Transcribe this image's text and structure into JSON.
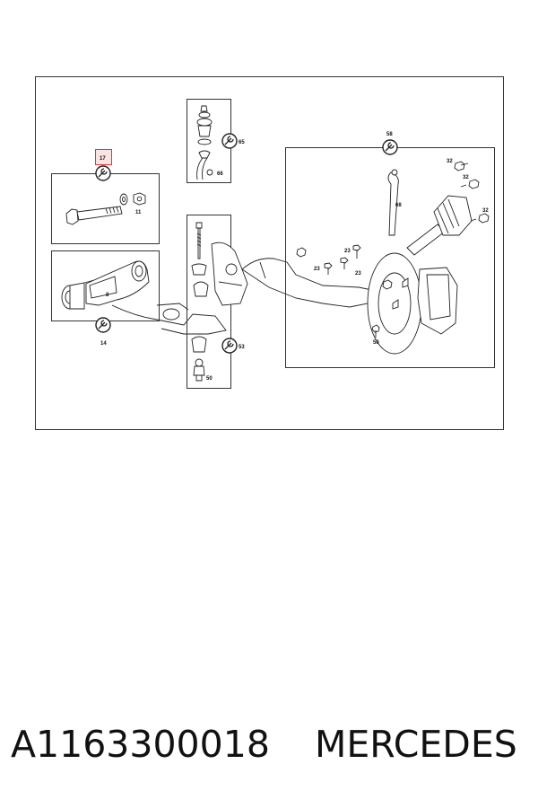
{
  "diagram": {
    "callouts": {
      "c17": "17",
      "c14": "14",
      "c11": "11",
      "c8": "8",
      "c65": "65",
      "c66": "66",
      "c53": "53",
      "c50a": "50",
      "c58": "58",
      "c68": "68",
      "c32a": "32",
      "c32b": "32",
      "c32c": "32",
      "c23a": "23",
      "c23b": "23",
      "c23c": "23",
      "c50b": "50"
    },
    "highlight_color": "#d93a3a"
  },
  "caption": {
    "part_number": "A1163300018",
    "brand": "MERCEDES"
  }
}
